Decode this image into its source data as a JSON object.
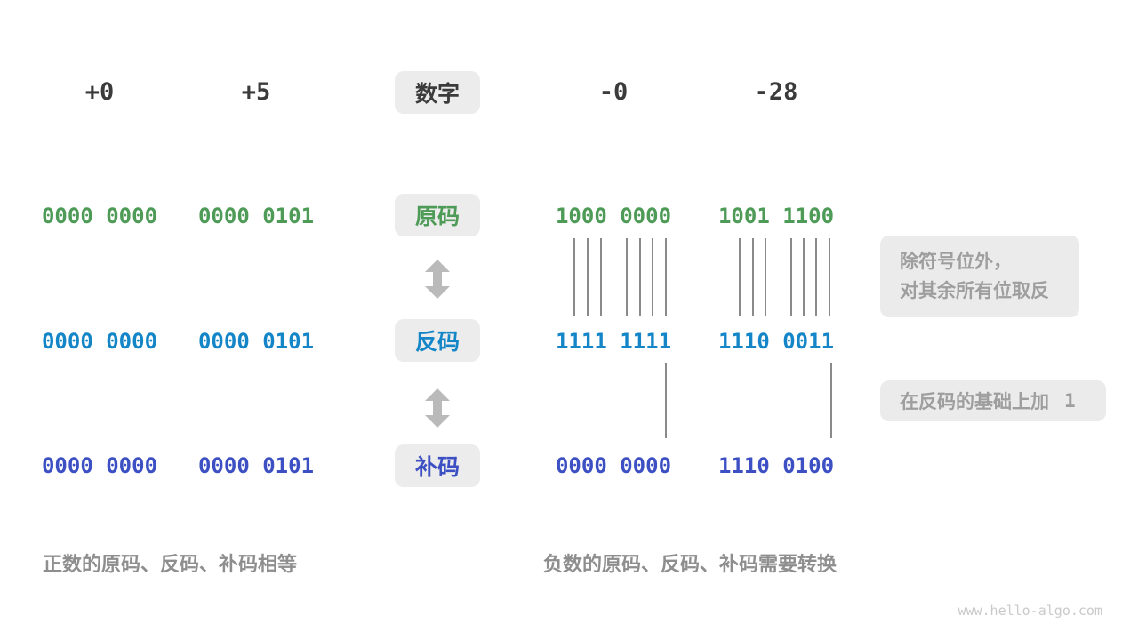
{
  "colors": {
    "green": "#4e9b57",
    "blue": "#1486c8",
    "indigo": "#3d50c3",
    "dark": "#3b3b3b",
    "badge_bg": "#ececec",
    "note_bg": "#ebebeb",
    "note_text": "#9e9e9e",
    "caption": "#8e8e8e",
    "tick": "#8a8a8a",
    "arrow": "#bababa",
    "watermark": "#cacaca"
  },
  "headers": {
    "plus0": "+0",
    "plus5": "+5",
    "badge": "数字",
    "minus0": "-0",
    "minus28": "-28"
  },
  "rows": {
    "sign": {
      "label": "原码",
      "plus0": "0000 0000",
      "plus5": "0000 0101",
      "minus0": "1000 0000",
      "minus28": "1001 1100"
    },
    "ones": {
      "label": "反码",
      "plus0": "0000 0000",
      "plus5": "0000 0101",
      "minus0": "1111 1111",
      "minus28": "1110 0011"
    },
    "twos": {
      "label": "补码",
      "plus0": "0000 0000",
      "plus5": "0000 0101",
      "minus0": "0000 0000",
      "minus28": "1110 0100"
    }
  },
  "annotations": {
    "invert_line1": "除符号位外，",
    "invert_line2": "对其余所有位取反",
    "add_one_text": "在反码的基础上加",
    "add_one_value": "1"
  },
  "captions": {
    "positive": "正数的原码、反码、补码相等",
    "negative": "负数的原码、反码、补码需要转换"
  },
  "watermark": "www.hello-algo.com"
}
